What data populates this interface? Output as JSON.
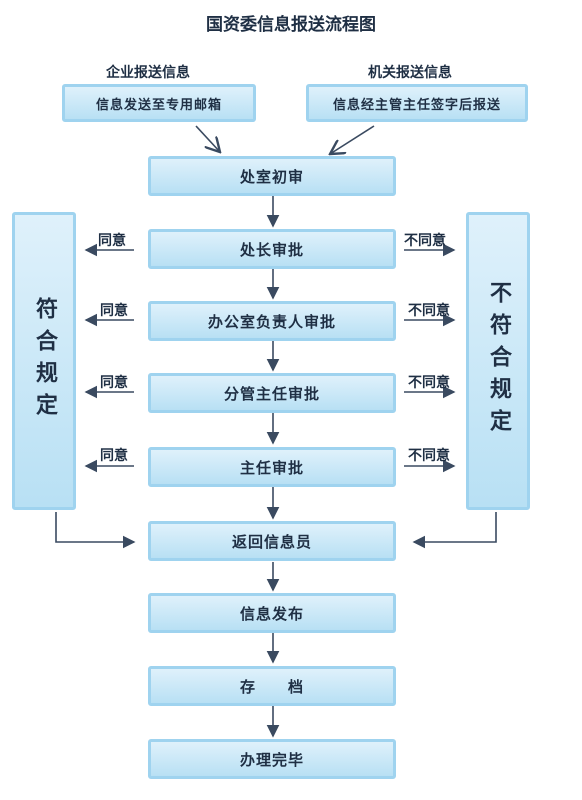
{
  "title": "国资委信息报送流程图",
  "sources": {
    "enterprise": {
      "heading": "企业报送信息",
      "box": "信息发送至专用邮箱"
    },
    "agency": {
      "heading": "机关报送信息",
      "box": "信息经主管主任签字后报送"
    }
  },
  "steps": [
    "处室初审",
    "处长审批",
    "办公室负责人审批",
    "分管主任审批",
    "主任审批",
    "返回信息员",
    "信息发布",
    "存　　档",
    "办理完毕"
  ],
  "branches": {
    "agree": "同意",
    "disagree": "不同意"
  },
  "side_boxes": {
    "compliant": "符合规定",
    "noncompliant": "不符合规定"
  }
}
